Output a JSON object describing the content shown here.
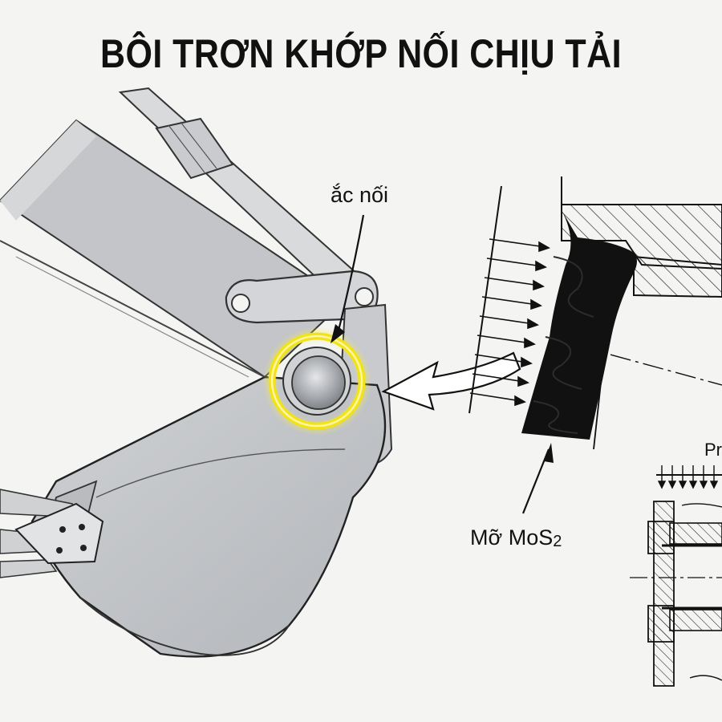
{
  "title": "BÔI TRƠN KHỚP NỐI CHỊU TẢI",
  "labels": {
    "pin": "ắc nối",
    "grease_main": "Mỡ MoS",
    "grease_sub": "2",
    "load_partial": "Pr"
  },
  "colors": {
    "highlight_ring": "#f2e21a",
    "grease": "#111111",
    "metal": "#bfc1c4",
    "paper": "#f4f4f2"
  }
}
